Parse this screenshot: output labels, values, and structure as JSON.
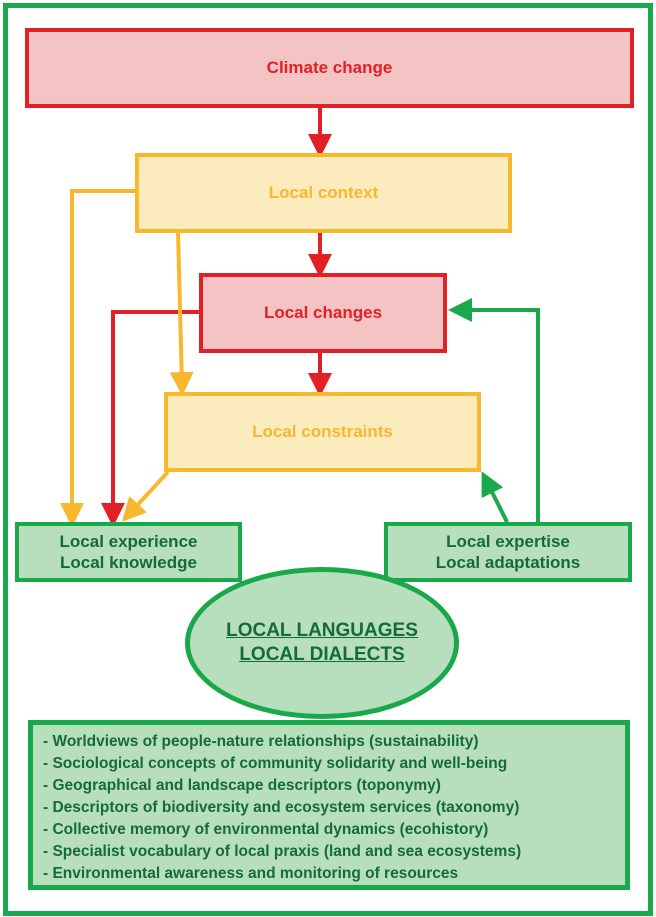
{
  "boxes": {
    "climate_change": "Climate change",
    "local_context": "Local context",
    "local_changes": "Local changes",
    "local_constraints": "Local constraints",
    "local_experience": [
      "Local experience",
      "Local knowledge"
    ],
    "local_expertise": [
      "Local expertise",
      "Local adaptations"
    ]
  },
  "ellipse": [
    "LOCAL LANGUAGES",
    "LOCAL DIALECTS"
  ],
  "list_items": [
    "- Worldviews of people-nature relationships (sustainability)",
    "- Sociological concepts of community solidarity and well-being",
    "- Geographical and landscape descriptors (toponymy)",
    "- Descriptors of biodiversity and ecosystem services (taxonomy)",
    "- Collective memory of environmental dynamics (ecohistory)",
    "- Specialist vocabulary of local praxis (land and sea ecosystems)",
    "- Environmental awareness and monitoring of resources"
  ],
  "colors": {
    "red": "#e32026",
    "red_fill": "#f4c3c3",
    "yellow": "#f8b82e",
    "yellow_fill": "#fcebbd",
    "green": "#19a84a",
    "green_fill": "#b7dfbe",
    "green_text": "#156b35"
  }
}
